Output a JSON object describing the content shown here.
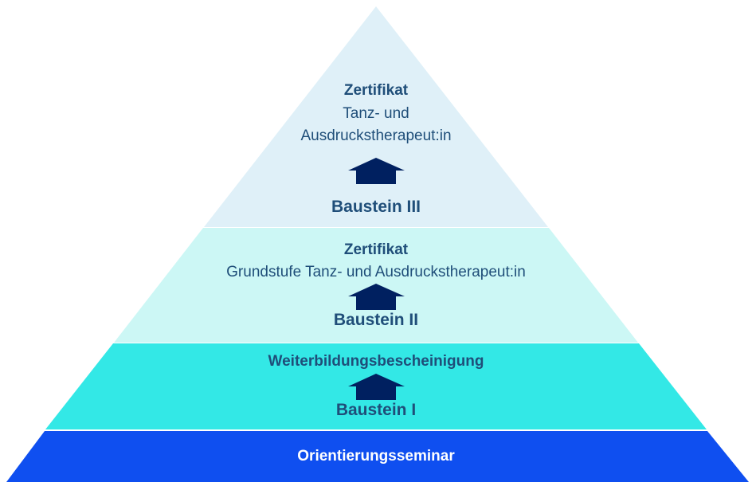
{
  "colors": {
    "level3": "#dff0f8",
    "level2": "#ccf7f5",
    "level1": "#33e8e6",
    "base": "#0f4ff0",
    "arrow": "#002060",
    "text": "#1f4e79"
  },
  "pyramid": {
    "level3": {
      "heading": "Zertifikat",
      "line1": "Tanz- und",
      "line2": "Ausdruckstherapeut:in",
      "module": "Baustein III",
      "arrow_icon": "arrow-up-icon"
    },
    "level2": {
      "heading": "Zertifikat",
      "line1": "Grundstufe Tanz- und Ausdruckstherapeut:in",
      "module": "Baustein II",
      "arrow_icon": "arrow-up-icon"
    },
    "level1": {
      "heading": "Weiterbildungsbescheinigung",
      "module": "Baustein I",
      "arrow_icon": "arrow-up-icon"
    },
    "base": {
      "label": "Orientierungsseminar"
    }
  }
}
